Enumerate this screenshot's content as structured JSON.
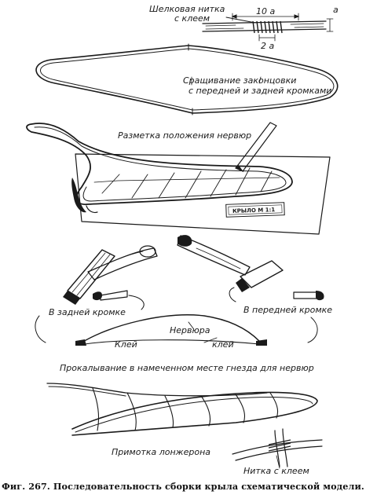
{
  "labels": {
    "silk_thread": "Шелковая нитка",
    "with_glue": "с клеем",
    "dim_10a": "10 a",
    "dim_2a": "2 a",
    "dim_a": "a",
    "splice_line1": "Сращивание законцовки",
    "splice_line2": "с передней и задней кромками",
    "rib_marking": "Разметка положения нервюр",
    "plate_text": "КРЫЛО М 1:1",
    "trailing_edge": "В задней кромке",
    "leading_edge": "В передней кромке",
    "rib": "Нервюра",
    "glue_left": "Клей",
    "glue_right": "клей",
    "piercing": "Прокалывание в намеченном месте гнезда для нервюр",
    "spar_wrap": "Примотка лонжерона",
    "thread_glue": "Нитка с клеем"
  },
  "caption": {
    "fig": "Фиг. 267.",
    "text": "Последовательность сборки крыла схематической модели."
  }
}
